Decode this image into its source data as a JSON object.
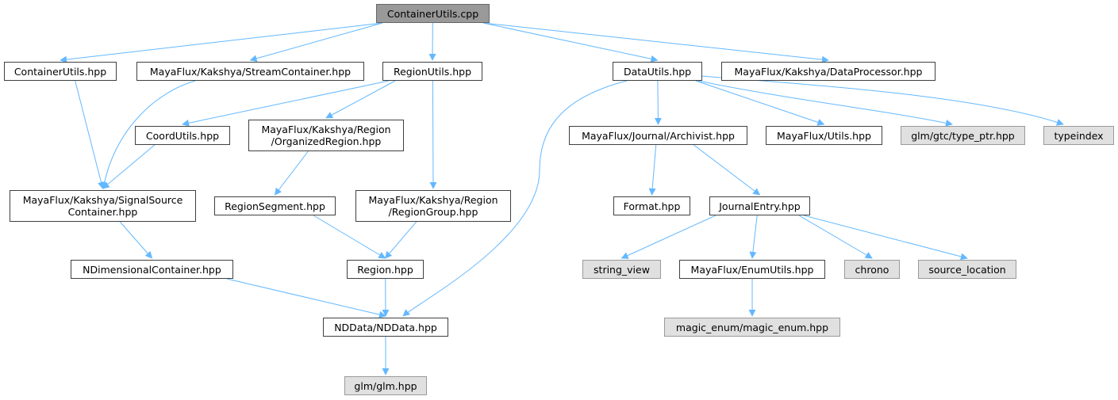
{
  "title": "ContainerUtils.cpp include dependency graph",
  "colors": {
    "edge": "#63b8ff",
    "root_fill": "#999999",
    "external_fill": "#e0e0e0",
    "node_border": "#404040"
  },
  "nodes": [
    {
      "id": "n_cpp",
      "lines": [
        "ContainerUtils.cpp"
      ],
      "kind": "root"
    },
    {
      "id": "n_cuh",
      "lines": [
        "ContainerUtils.hpp"
      ],
      "kind": "local"
    },
    {
      "id": "n_stream",
      "lines": [
        "MayaFlux/Kakshya/StreamContainer.hpp"
      ],
      "kind": "local"
    },
    {
      "id": "n_region_utils",
      "lines": [
        "RegionUtils.hpp"
      ],
      "kind": "local"
    },
    {
      "id": "n_data_utils",
      "lines": [
        "DataUtils.hpp"
      ],
      "kind": "local"
    },
    {
      "id": "n_processor",
      "lines": [
        "MayaFlux/Kakshya/DataProcessor.hpp"
      ],
      "kind": "local"
    },
    {
      "id": "n_coord",
      "lines": [
        "CoordUtils.hpp"
      ],
      "kind": "local"
    },
    {
      "id": "n_organized",
      "lines": [
        "MayaFlux/Kakshya/Region",
        "/OrganizedRegion.hpp"
      ],
      "kind": "local"
    },
    {
      "id": "n_archivist",
      "lines": [
        "MayaFlux/Journal/Archivist.hpp"
      ],
      "kind": "local"
    },
    {
      "id": "n_utils",
      "lines": [
        "MayaFlux/Utils.hpp"
      ],
      "kind": "local"
    },
    {
      "id": "n_type_ptr",
      "lines": [
        "glm/gtc/type_ptr.hpp"
      ],
      "kind": "external"
    },
    {
      "id": "n_typeindex",
      "lines": [
        "typeindex"
      ],
      "kind": "external"
    },
    {
      "id": "n_signal",
      "lines": [
        "MayaFlux/Kakshya/SignalSource",
        "Container.hpp"
      ],
      "kind": "local"
    },
    {
      "id": "n_segment",
      "lines": [
        "RegionSegment.hpp"
      ],
      "kind": "local"
    },
    {
      "id": "n_group",
      "lines": [
        "MayaFlux/Kakshya/Region",
        "/RegionGroup.hpp"
      ],
      "kind": "local"
    },
    {
      "id": "n_format",
      "lines": [
        "Format.hpp"
      ],
      "kind": "local"
    },
    {
      "id": "n_journal_entry",
      "lines": [
        "JournalEntry.hpp"
      ],
      "kind": "local"
    },
    {
      "id": "n_ndim",
      "lines": [
        "NDimensionalContainer.hpp"
      ],
      "kind": "local"
    },
    {
      "id": "n_region",
      "lines": [
        "Region.hpp"
      ],
      "kind": "local"
    },
    {
      "id": "n_string_view",
      "lines": [
        "string_view"
      ],
      "kind": "external"
    },
    {
      "id": "n_enum_utils",
      "lines": [
        "MayaFlux/EnumUtils.hpp"
      ],
      "kind": "local"
    },
    {
      "id": "n_chrono",
      "lines": [
        "chrono"
      ],
      "kind": "external"
    },
    {
      "id": "n_source_location",
      "lines": [
        "source_location"
      ],
      "kind": "external"
    },
    {
      "id": "n_nddata",
      "lines": [
        "NDData/NDData.hpp"
      ],
      "kind": "local"
    },
    {
      "id": "n_magic_enum",
      "lines": [
        "magic_enum/magic_enum.hpp"
      ],
      "kind": "external"
    },
    {
      "id": "n_glm",
      "lines": [
        "glm/glm.hpp"
      ],
      "kind": "external"
    }
  ],
  "edges": [
    [
      "n_cpp",
      "n_cuh"
    ],
    [
      "n_cpp",
      "n_stream"
    ],
    [
      "n_cpp",
      "n_region_utils"
    ],
    [
      "n_cpp",
      "n_data_utils"
    ],
    [
      "n_cpp",
      "n_processor"
    ],
    [
      "n_cuh",
      "n_signal"
    ],
    [
      "n_stream",
      "n_signal"
    ],
    [
      "n_signal",
      "n_ndim"
    ],
    [
      "n_ndim",
      "n_nddata"
    ],
    [
      "n_region_utils",
      "n_coord"
    ],
    [
      "n_region_utils",
      "n_organized"
    ],
    [
      "n_region_utils",
      "n_group"
    ],
    [
      "n_coord",
      "n_signal"
    ],
    [
      "n_organized",
      "n_segment"
    ],
    [
      "n_segment",
      "n_region"
    ],
    [
      "n_group",
      "n_region"
    ],
    [
      "n_region",
      "n_nddata"
    ],
    [
      "n_nddata",
      "n_glm"
    ],
    [
      "n_data_utils",
      "n_nddata"
    ],
    [
      "n_data_utils",
      "n_archivist"
    ],
    [
      "n_data_utils",
      "n_utils"
    ],
    [
      "n_data_utils",
      "n_type_ptr"
    ],
    [
      "n_data_utils",
      "n_typeindex"
    ],
    [
      "n_archivist",
      "n_format"
    ],
    [
      "n_archivist",
      "n_journal_entry"
    ],
    [
      "n_journal_entry",
      "n_string_view"
    ],
    [
      "n_journal_entry",
      "n_enum_utils"
    ],
    [
      "n_journal_entry",
      "n_chrono"
    ],
    [
      "n_journal_entry",
      "n_source_location"
    ],
    [
      "n_enum_utils",
      "n_magic_enum"
    ]
  ]
}
